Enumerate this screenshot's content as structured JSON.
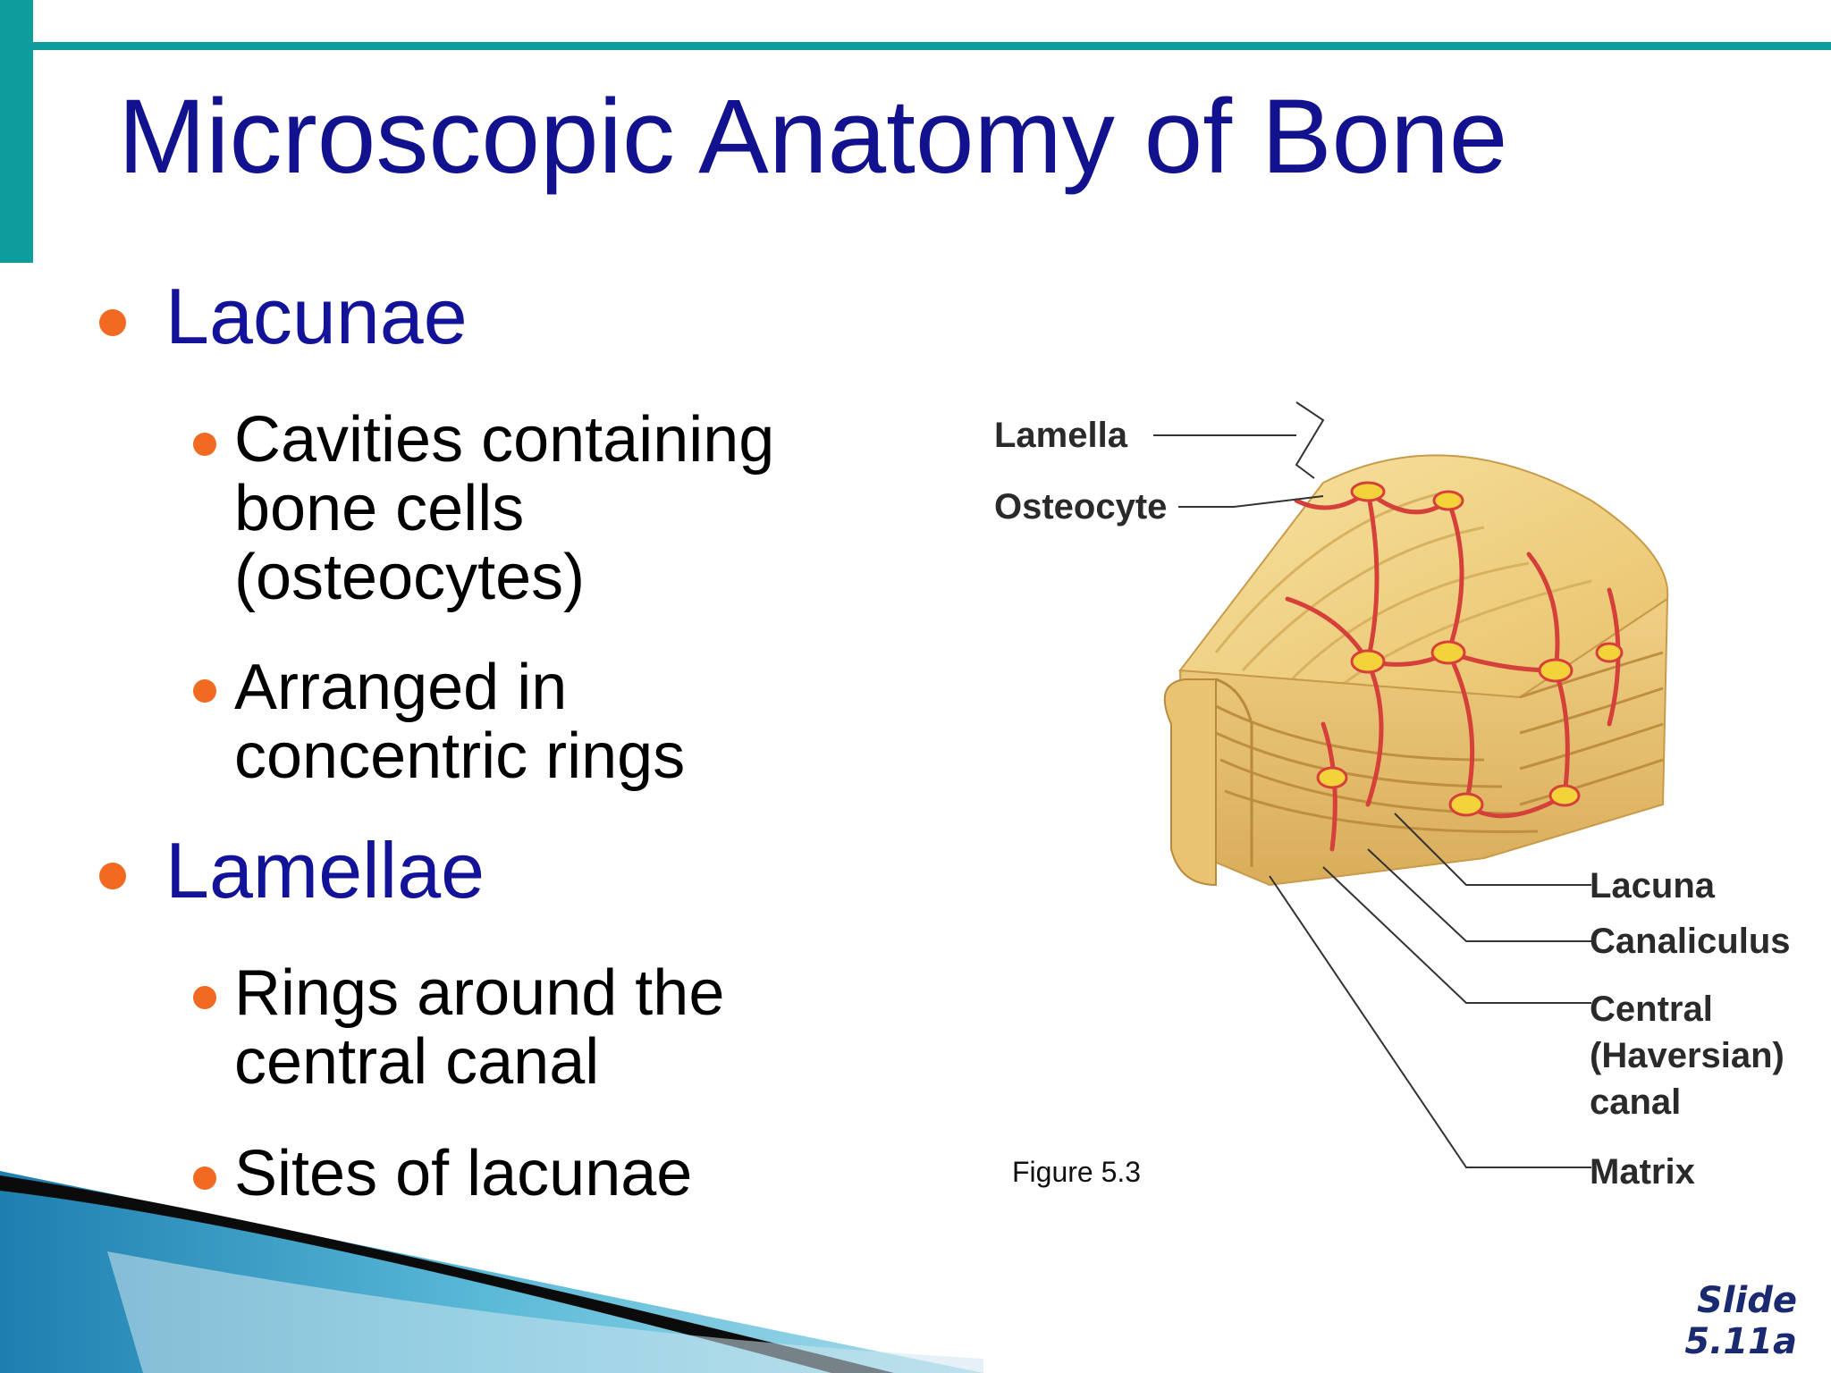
{
  "slide": {
    "title": "Microscopic Anatomy of Bone",
    "bullets": [
      {
        "text": "Lacunae",
        "children": [
          "Cavities containing\nbone cells\n(osteocytes)",
          "Arranged in\nconcentric rings"
        ]
      },
      {
        "text": "Lamellae",
        "children": [
          "Rings around the\ncentral canal",
          "Sites of lacunae"
        ]
      }
    ],
    "slide_number": "Slide\n5.11a"
  },
  "figure": {
    "caption": "Figure 5.3",
    "labels": {
      "lamella": "Lamella",
      "osteocyte": "Osteocyte",
      "lacuna": "Lacuna",
      "canaliculus": "Canaliculus",
      "central_canal": "Central\n(Haversian)\ncanal",
      "matrix": "Matrix"
    }
  },
  "colors": {
    "title": "#12128f",
    "accent": "#0e9c9c",
    "bullet": "#f26a21",
    "bone": "#f2d38a",
    "canaliculi": "#d6403a"
  }
}
